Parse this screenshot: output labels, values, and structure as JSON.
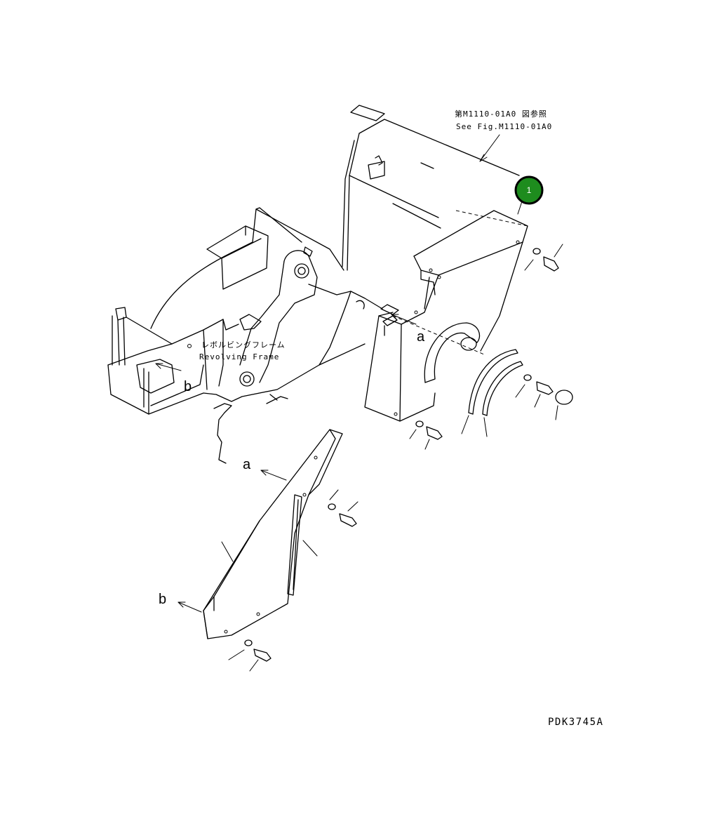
{
  "references": {
    "see_fig_jp": "第M1110-01A0 図参照",
    "see_fig_en": "See Fig.M1110-01A0"
  },
  "labels": {
    "revolving_frame_jp": "レボルビングフレーム",
    "revolving_frame_en": "Revolving Frame",
    "view_a": "a",
    "view_b": "b"
  },
  "callout": {
    "number": "1",
    "color": "#1e8c1e"
  },
  "drawing_code": "PDK3745A"
}
